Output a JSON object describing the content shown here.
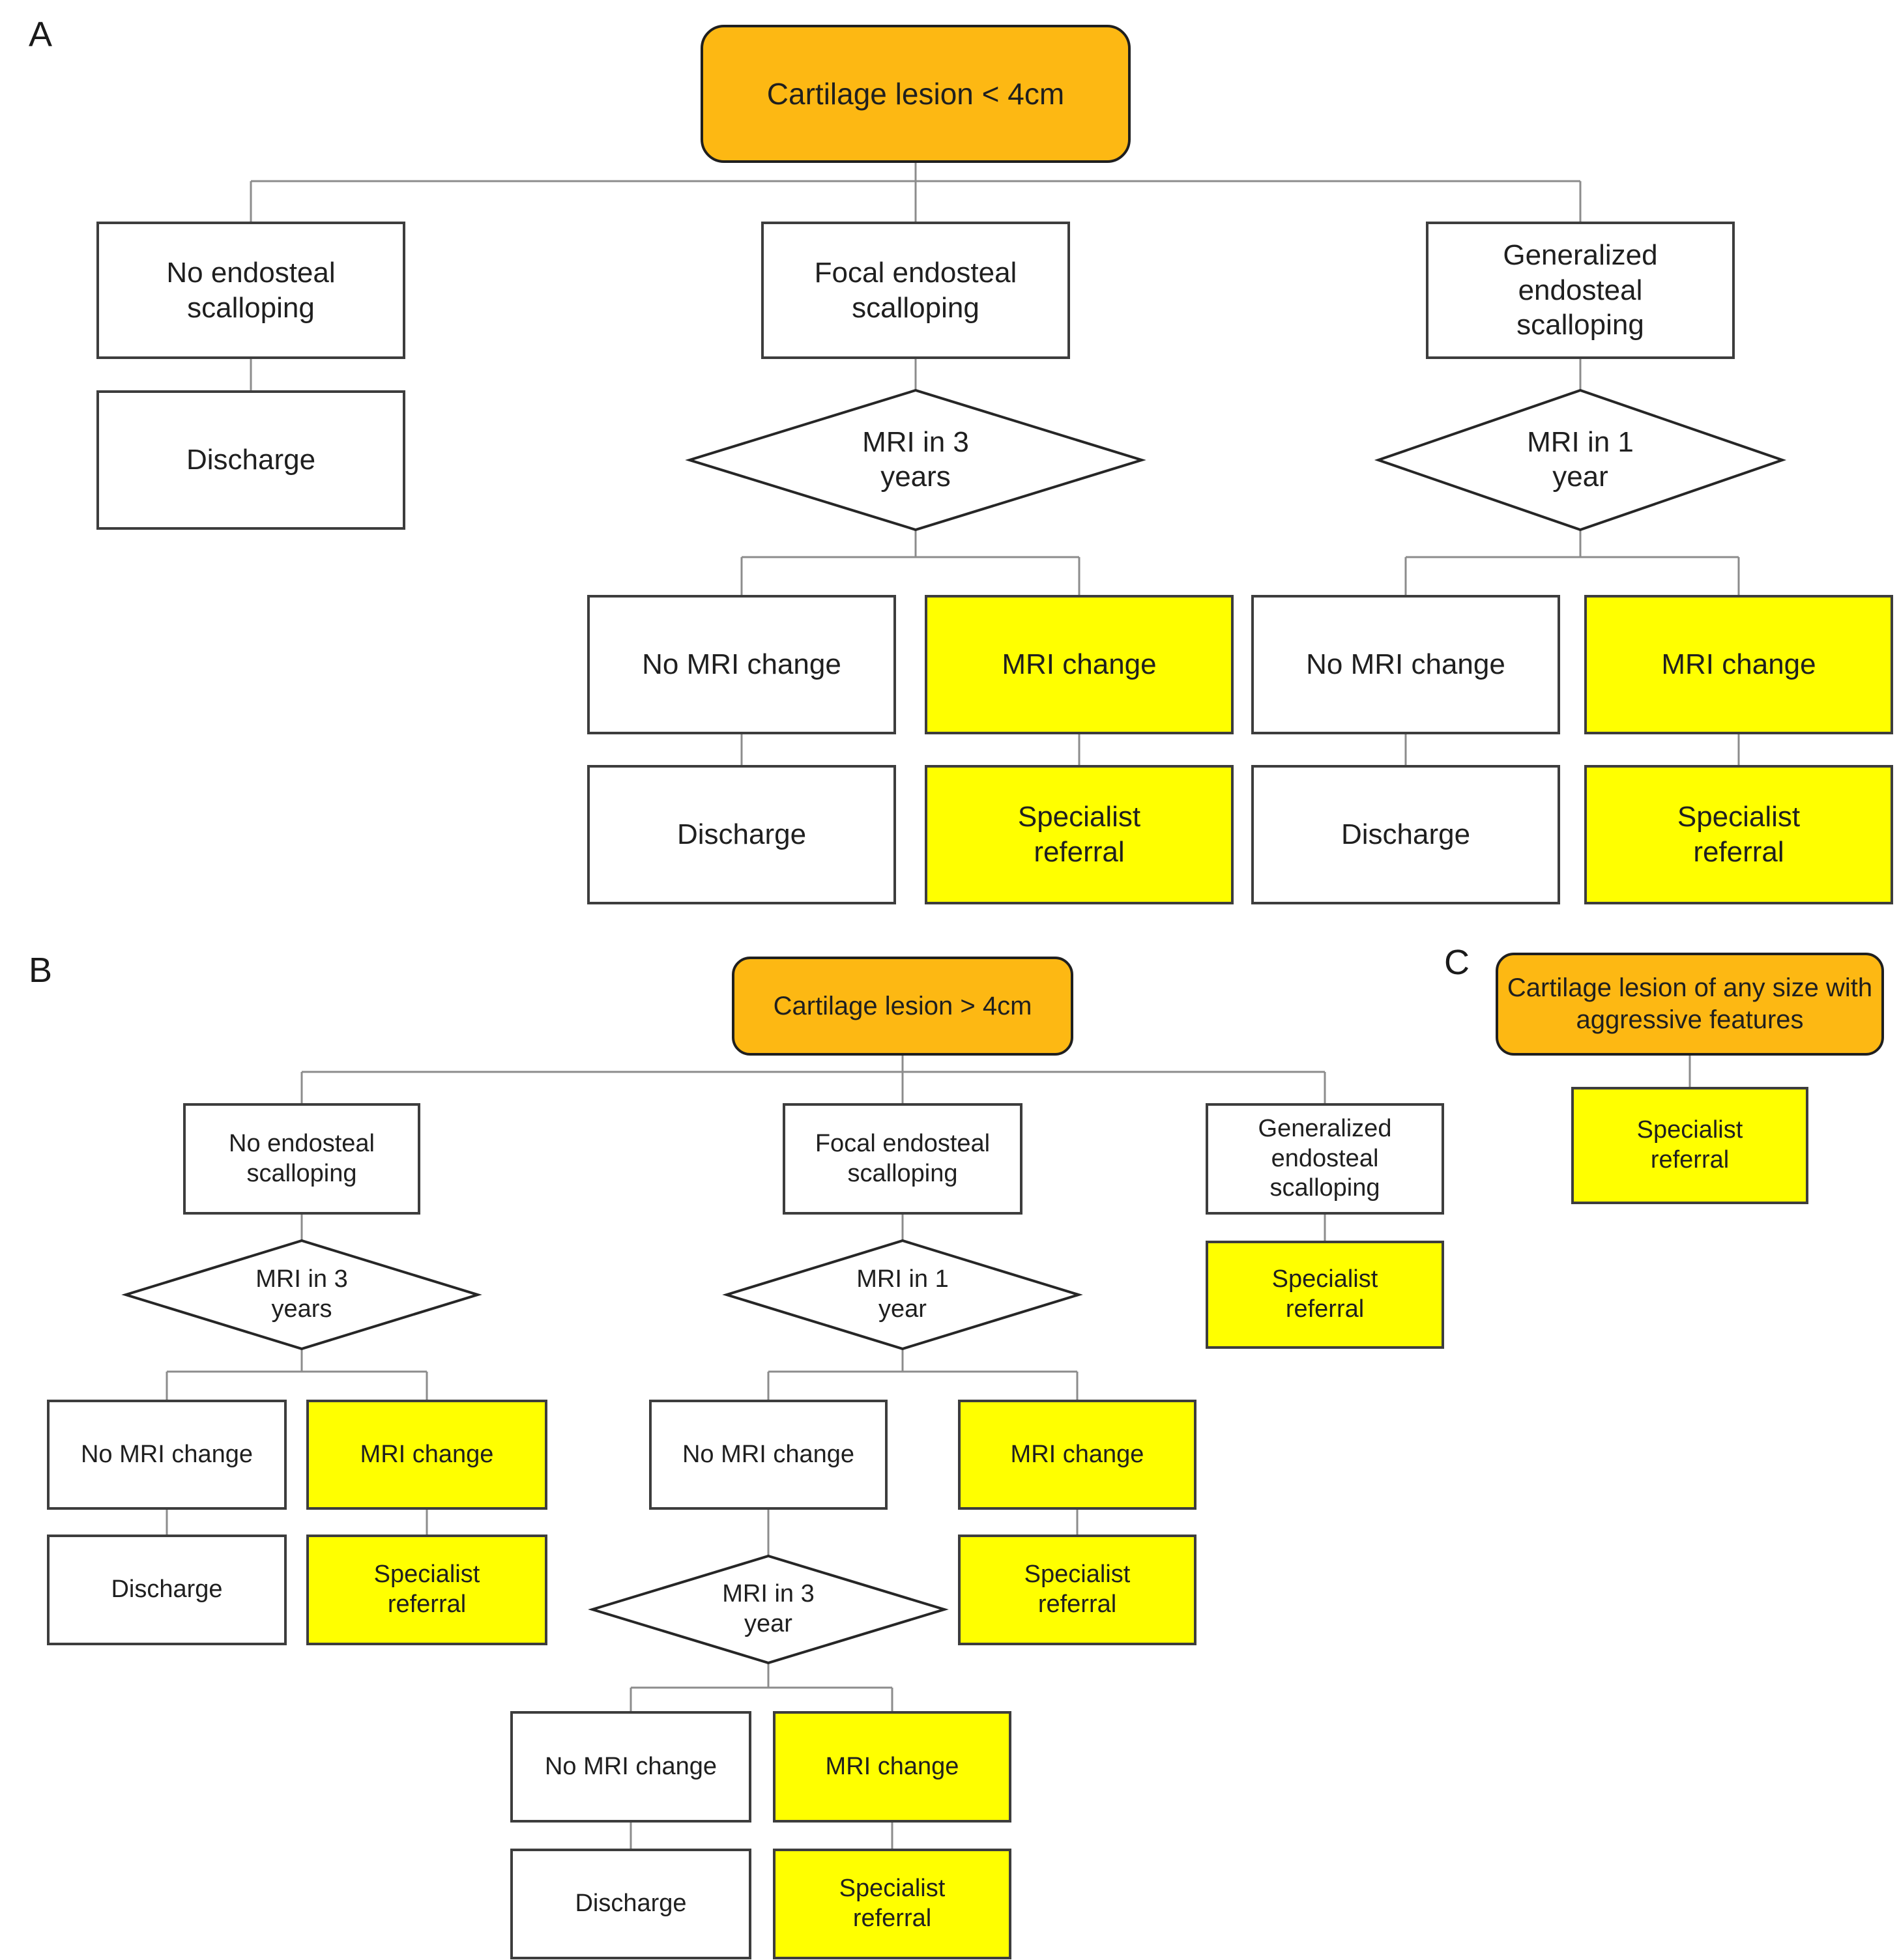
{
  "title": "Cartilage lesion management flowchart",
  "colors": {
    "orange_node": "#FDB813",
    "yellow_node": "#FFFF00",
    "box_border": "#3D3D3D",
    "diamond_border": "#262626",
    "connector_gray": "#8C8C8C",
    "text": "#1F1F1F",
    "background": "#FFFFFF"
  },
  "sections": {
    "a": {
      "label": "A",
      "root": "Cartilage lesion < 4cm",
      "branch_no_endosteal": "No endosteal scalloping",
      "branch_focal": "Focal endosteal scalloping",
      "branch_generalized": "Generalized endosteal scalloping",
      "no_endosteal_outcome": "Discharge",
      "diamond_focal": "MRI in 3 years",
      "diamond_generalized": "MRI in 1 year",
      "focal_no_change": "No MRI change",
      "focal_change": "MRI change",
      "gen_no_change": "No MRI change",
      "gen_change": "MRI change",
      "focal_no_change_outcome": "Discharge",
      "focal_change_outcome": "Specialist referral",
      "gen_no_change_outcome": "Discharge",
      "gen_change_outcome": "Specialist referral"
    },
    "b": {
      "label": "B",
      "root": "Cartilage lesion > 4cm",
      "branch_no_endosteal": "No endosteal scalloping",
      "branch_focal": "Focal endosteal scalloping",
      "branch_generalized": "Generalized endosteal scalloping",
      "generalized_outcome": "Specialist referral",
      "diamond_no_endosteal": "MRI in 3 years",
      "diamond_focal": "MRI in 1 year",
      "left_no_change": "No MRI change",
      "left_change": "MRI change",
      "left_no_change_outcome": "Discharge",
      "left_change_outcome": "Specialist referral",
      "mid_no_change": "No MRI change",
      "mid_change": "MRI change",
      "mid_change_outcome": "Specialist referral",
      "diamond_followup": "MRI in 3 year",
      "bottom_no_change": "No MRI change",
      "bottom_change": "MRI change",
      "bottom_no_change_outcome": "Discharge",
      "bottom_change_outcome": "Specialist referral"
    },
    "c": {
      "label": "C",
      "root": "Cartilage lesion of any size with aggressive features",
      "outcome": "Specialist referral"
    }
  }
}
